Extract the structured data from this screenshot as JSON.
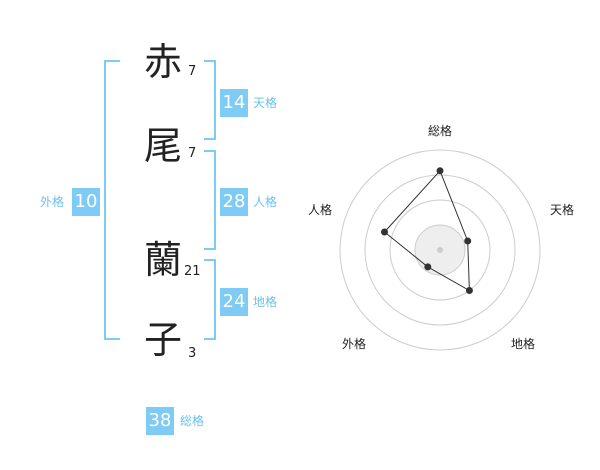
{
  "name": {
    "chars": [
      {
        "char": "赤",
        "strokes": "7"
      },
      {
        "char": "尾",
        "strokes": "7"
      },
      {
        "char": "蘭",
        "strokes": "21"
      },
      {
        "char": "子",
        "strokes": "3"
      }
    ]
  },
  "scores": {
    "tenkaku": {
      "label": "天格",
      "value": "14"
    },
    "jinkaku": {
      "label": "人格",
      "value": "28"
    },
    "chikaku": {
      "label": "地格",
      "value": "24"
    },
    "gaikaku": {
      "label": "外格",
      "value": "10"
    },
    "soukaku": {
      "label": "総格",
      "value": "38"
    }
  },
  "chart_data": {
    "type": "radar",
    "axes": [
      "総格",
      "天格",
      "地格",
      "外格",
      "人格"
    ],
    "values": [
      38,
      14,
      24,
      10,
      28
    ],
    "rings": 4,
    "colors": {
      "accent": "#7ecbf5",
      "line": "#333333",
      "ring": "#cccccc",
      "fill": "#eeeeee"
    }
  }
}
